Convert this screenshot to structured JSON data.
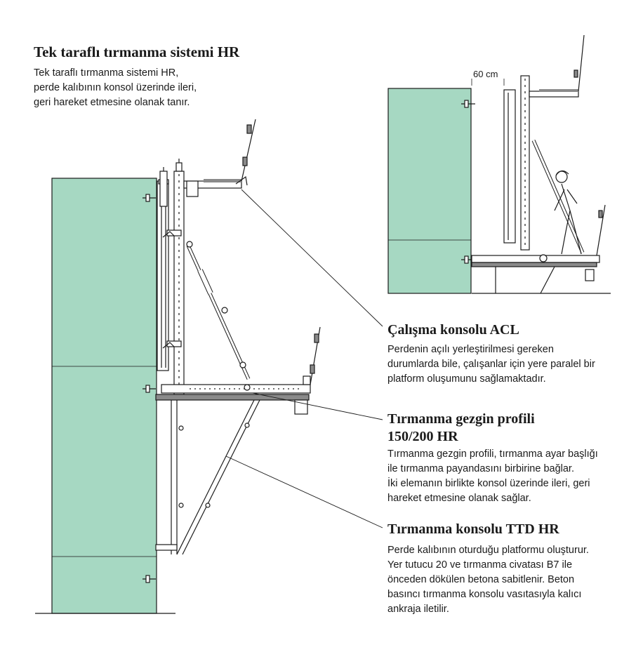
{
  "header": {
    "title": "Tek taraflı tırmanma sistemi HR",
    "description_lines": [
      "Tek taraflı tırmanma sistemi HR,",
      "perde kalıbının konsol üzerinde ileri,",
      "geri hareket etmesine olanak tanır."
    ]
  },
  "detail": {
    "dimension_label": "60 cm"
  },
  "sections": [
    {
      "title": "Çalışma konsolu ACL",
      "lines": [
        "Perdenin açılı yerleştirilmesi gereken",
        "durumlarda bile, çalışanlar için yere paralel bir",
        "platform oluşumunu sağlamaktadır."
      ]
    },
    {
      "title_line1": "Tırmanma gezgin profili",
      "title_line2": "150/200 HR",
      "lines": [
        "Tırmanma gezgin profili, tırmanma ayar başlığı",
        "ile tırmanma payandasını birbirine bağlar.",
        "İki elemanın birlikte konsol üzerinde ileri, geri",
        "hareket etmesine olanak sağlar."
      ]
    },
    {
      "title": "Tırmanma konsolu TTD HR",
      "lines": [
        "Perde kalıbının oturduğu platformu oluşturur.",
        "Yer tutucu 20 ve tırmanma civatası B7 ile",
        "önceden dökülen betona sabitlenir. Beton",
        "basıncı tırmanma konsolu vasıtasıyla kalıcı",
        "ankraja iletilir."
      ]
    }
  ],
  "colors": {
    "concrete": "#a6d8c2",
    "line": "#1a1a1a",
    "shade": "#8a8a8a"
  }
}
